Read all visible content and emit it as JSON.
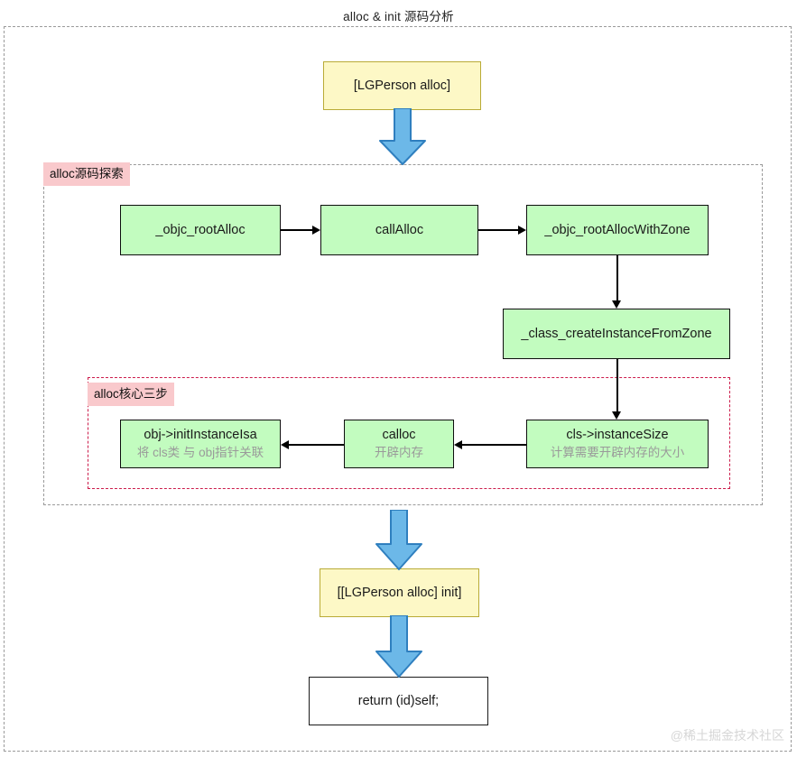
{
  "title": "alloc & init 源码分析",
  "sections": {
    "alloc_explore_label": "alloc源码探索",
    "core_steps_label": "alloc核心三步"
  },
  "nodes": {
    "entry_alloc": "[LGPerson alloc]",
    "objc_root_alloc": "_objc_rootAlloc",
    "call_alloc": "callAlloc",
    "objc_root_alloc_with_zone": "_objc_rootAllocWithZone",
    "class_create_instance_from_zone": "_class_createInstanceFromZone",
    "instance_size": "cls->instanceSize",
    "instance_size_sub": "计算需要开辟内存的大小",
    "calloc": "calloc",
    "calloc_sub": "开辟内存",
    "init_instance_isa": "obj->initInstanceIsa",
    "init_instance_isa_sub": "将 cls类 与 obj指针关联",
    "init_call": "[[LGPerson alloc] init]",
    "return_self": "return (id)self;"
  },
  "watermark": "@稀土掘金技术社区",
  "colors": {
    "yellow_fill": "#fdf8c6",
    "green_fill": "#c2fcbf",
    "pink_tag": "#f9c9cc",
    "blue_arrow": "#6cb8e8",
    "blue_arrow_stroke": "#2f7fbf",
    "red_dashed": "#cc1c4b",
    "gray_dashed": "#9a9a9a",
    "sub_text": "#9a9a9a"
  }
}
